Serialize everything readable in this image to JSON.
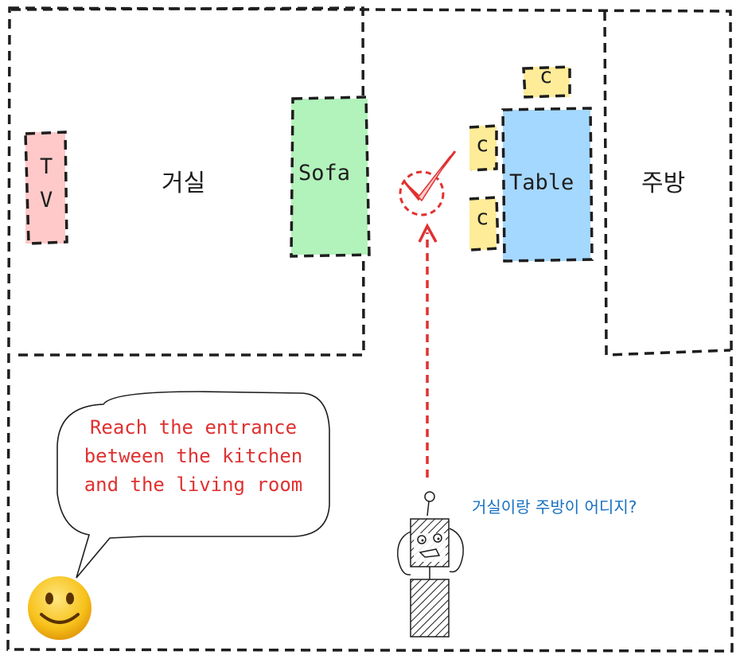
{
  "rooms": {
    "living_room": "거실",
    "kitchen": "주방"
  },
  "furniture": {
    "tv_top": "T",
    "tv_bottom": "V",
    "sofa": "Sofa",
    "table": "Table",
    "chair_top": "c",
    "chair_left_upper": "c",
    "chair_left_lower": "c"
  },
  "speech_bubble": {
    "lines": [
      "Reach the entrance",
      "between the kitchen",
      "and the living room"
    ]
  },
  "robot_thought": "거실이랑 주방이 어디지?",
  "colors": {
    "outline": "#1e1e1e",
    "tv_fill": "#ffc9c9",
    "sofa_fill": "#b2f2bb",
    "table_fill": "#a5d8ff",
    "chair_fill": "#ffec99",
    "instruction_text": "#e03131",
    "path_arrow": "#e03131",
    "thought_text": "#1971c2"
  },
  "icons": [
    "smiley-face-icon",
    "checkmark-target-icon",
    "robot-icon"
  ]
}
